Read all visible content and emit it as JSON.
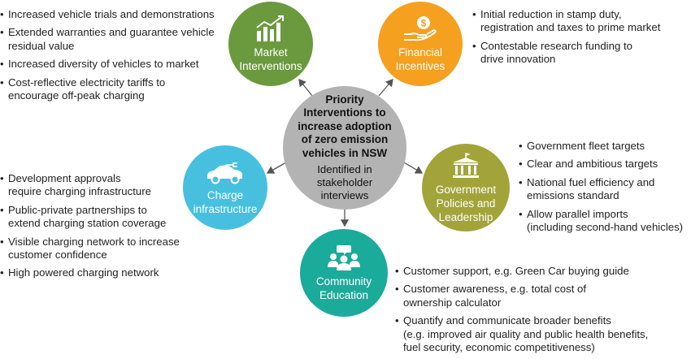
{
  "center": {
    "title": "Priority\nInterventions to\nincrease adoption\nof zero emission\nvehicles in NSW",
    "subtitle": "Identified in\nstakeholder\ninterviews"
  },
  "nodes": {
    "market": {
      "label": "Market\nInterventions",
      "color": "#6b9a3e",
      "icon": "bar-chart-trend-icon",
      "bullets": [
        "Increased vehicle trials and demonstrations",
        "Extended warranties and guarantee vehicle\nresidual value",
        "Increased diversity of vehicles to market",
        "Cost-reflective electricity tariffs to\nencourage off-peak charging"
      ]
    },
    "financial": {
      "label": "Financial\nIncentives",
      "color": "#f5a01e",
      "icon": "hand-coin-icon",
      "bullets": [
        "Initial reduction in stamp duty,\nregistration and taxes to prime market",
        "Contestable research funding to\ndrive innovation"
      ]
    },
    "charge": {
      "label": "Charge\ninfrastructure",
      "color": "#47c0e0",
      "icon": "electric-car-icon",
      "bullets": [
        "Development approvals\nrequire charging infrastructure",
        "Public-private partnerships to\nextend charging station coverage",
        "Visible charging network to increase\ncustomer confidence",
        "High powered charging network"
      ]
    },
    "government": {
      "label": "Government\nPolicies and\nLeadership",
      "color": "#a2a43a",
      "icon": "government-building-icon",
      "bullets": [
        "Government fleet targets",
        "Clear and ambitious targets",
        "National fuel efficiency and\nemissions standard",
        "Allow parallel imports\n(including second-hand vehicles)"
      ]
    },
    "community": {
      "label": "Community\nEducation",
      "color": "#1aab9b",
      "icon": "people-group-icon",
      "bullets": [
        "Customer support, e.g. Green Car buying guide",
        "Customer awareness, e.g. total cost of\nownership calculator",
        "Quantify and communicate broader benefits\n(e.g. improved air quality and public health benefits,\nfuel security, economic competitiveness)"
      ]
    }
  }
}
